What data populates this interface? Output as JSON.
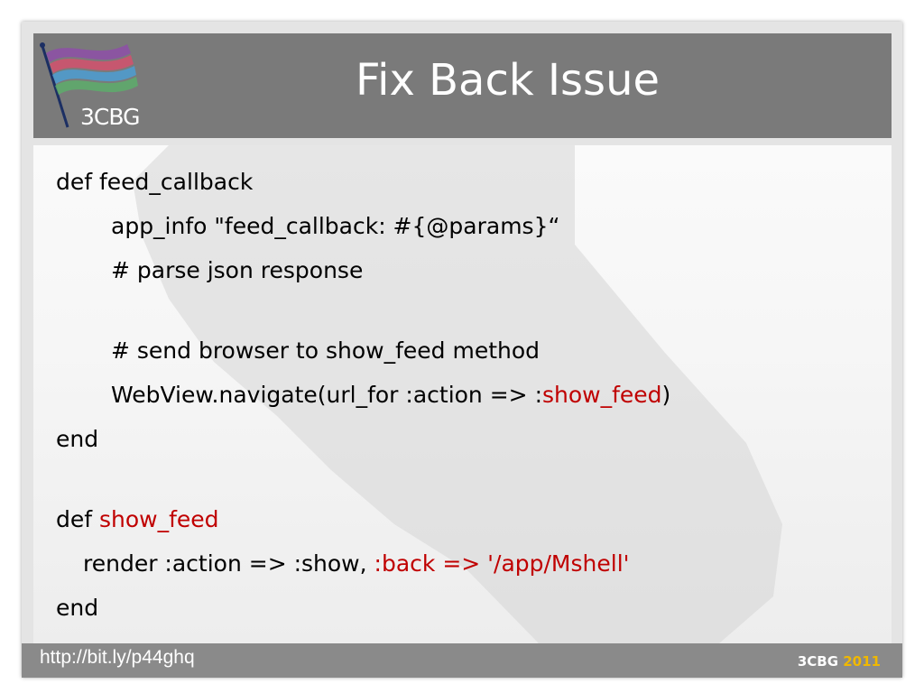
{
  "slide": {
    "title": "Fix Back Issue",
    "logo_text": "3CBG"
  },
  "code": {
    "line1": "def feed_callback",
    "line2": "app_info \"feed_callback: #{@params}“",
    "line3": "# parse json response",
    "line4": "# send browser to show_feed method",
    "line5_prefix": "WebView.navigate(url_for :action => :",
    "line5_highlight": "show_feed",
    "line5_suffix": ")",
    "line6": "end",
    "line7_prefix": "def ",
    "line7_highlight": "show_feed",
    "line8_prefix": "render :action => :show, ",
    "line8_highlight": ":back => '/app/Mshell'",
    "line9": "end"
  },
  "footer": {
    "url": "http://bit.ly/p44ghq",
    "brand": "3CBG",
    "year": "2011"
  },
  "colors": {
    "highlight": "#c00000",
    "header_bg": "#7a7a7a",
    "footer_year": "#f0b800"
  },
  "icons": {
    "logo": "flag-logo-icon"
  }
}
